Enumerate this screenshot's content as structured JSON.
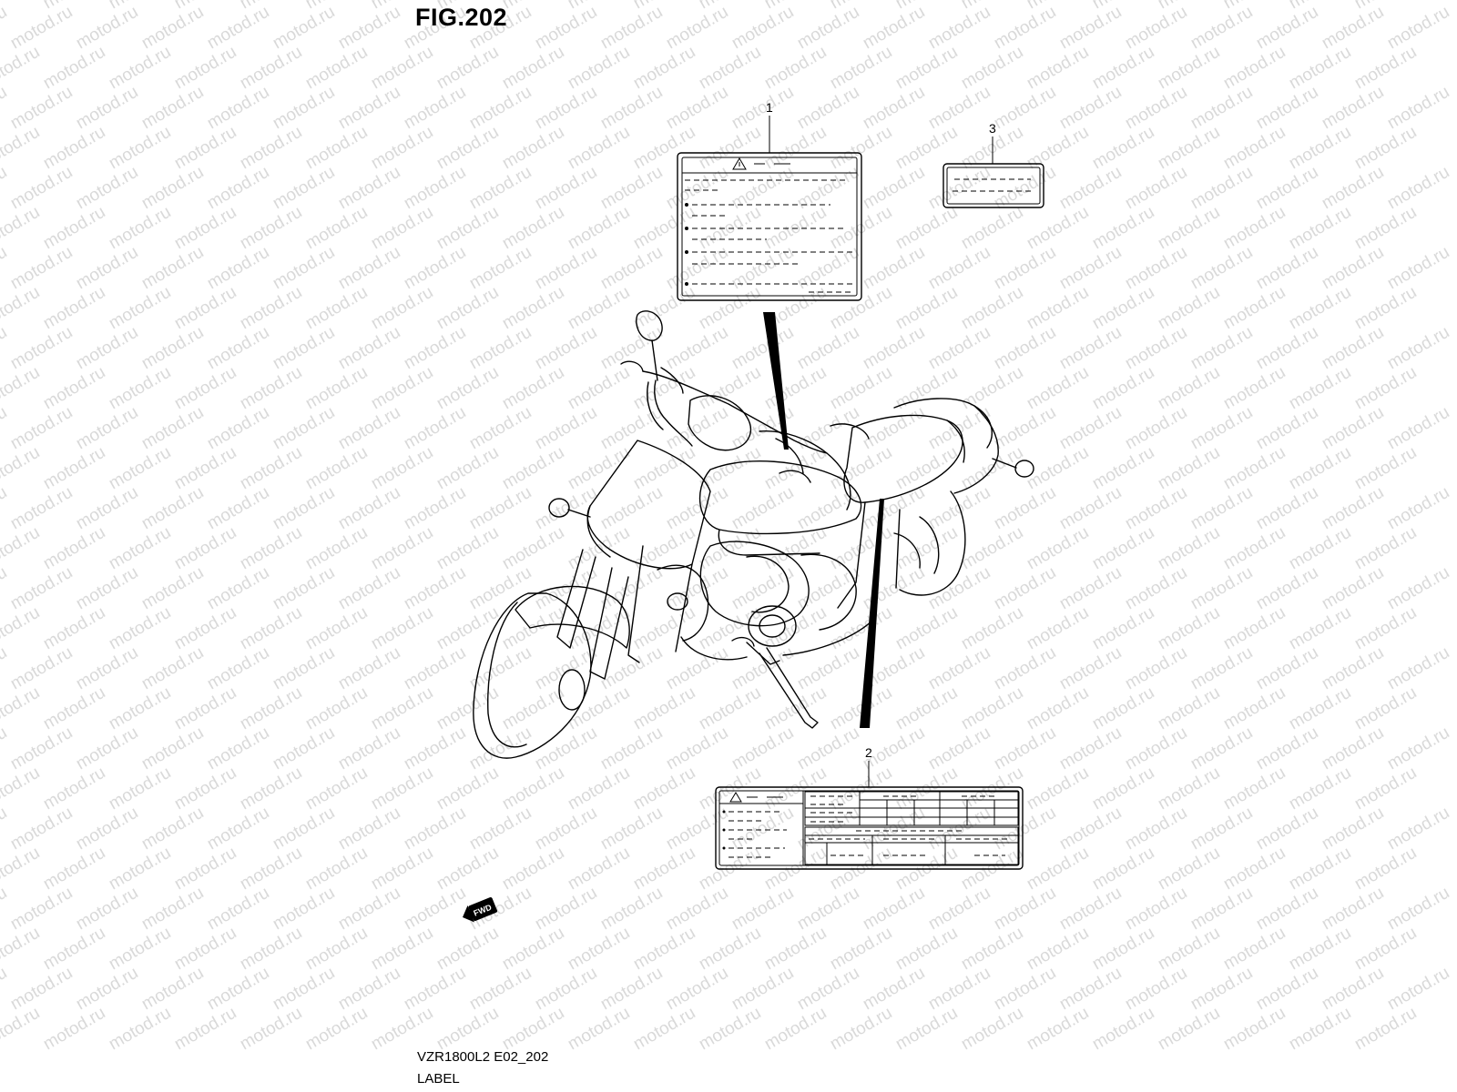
{
  "figure": {
    "title": "FIG.202",
    "code": "VZR1800L2 E02_202",
    "name": "LABEL"
  },
  "watermark": {
    "text": "motod.ru",
    "color": "#d9d9d9"
  },
  "callouts": [
    {
      "number": "1"
    },
    {
      "number": "2"
    },
    {
      "number": "3"
    }
  ],
  "direction_badge": {
    "text": "FWD"
  },
  "colors": {
    "line": "#000000",
    "background": "#ffffff"
  }
}
